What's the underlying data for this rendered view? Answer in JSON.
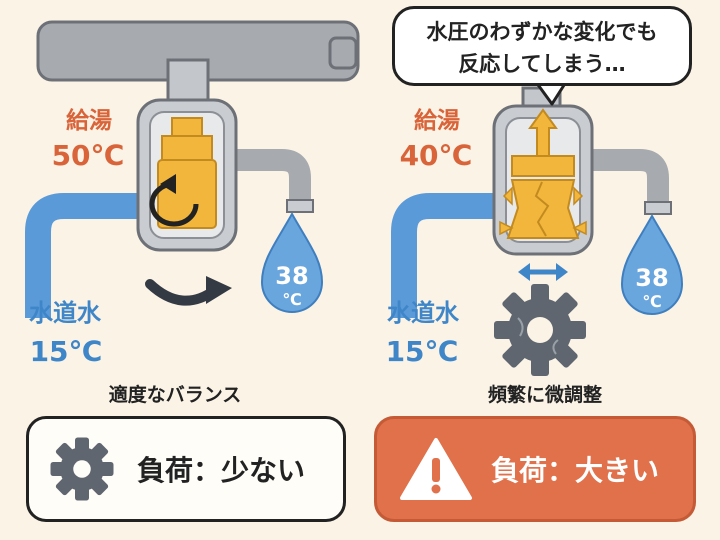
{
  "bubble": {
    "line1": "水圧のわずかな変化でも",
    "line2": "反応してしまう…"
  },
  "left": {
    "hot_label": "給湯",
    "hot_temp": "50℃",
    "cold_label": "水道水",
    "cold_temp": "15℃",
    "drop_temp": "38",
    "drop_unit": "℃",
    "caption": "適度なバランス",
    "panel_text": "負荷：少ない"
  },
  "right": {
    "hot_label": "給湯",
    "hot_temp": "40℃",
    "cold_label": "水道水",
    "cold_temp": "15℃",
    "drop_temp": "38",
    "drop_unit": "℃",
    "caption": "頻繁に微調整",
    "panel_text": "負荷：大きい"
  },
  "colors": {
    "hot": "#d9643a",
    "cold": "#3f86c9",
    "pipe_blue": "#5a9ad8",
    "metal": "#a7aaae",
    "cartridge": "#f1b63b",
    "warning": "#e0714a",
    "gear": "#5f6670"
  }
}
